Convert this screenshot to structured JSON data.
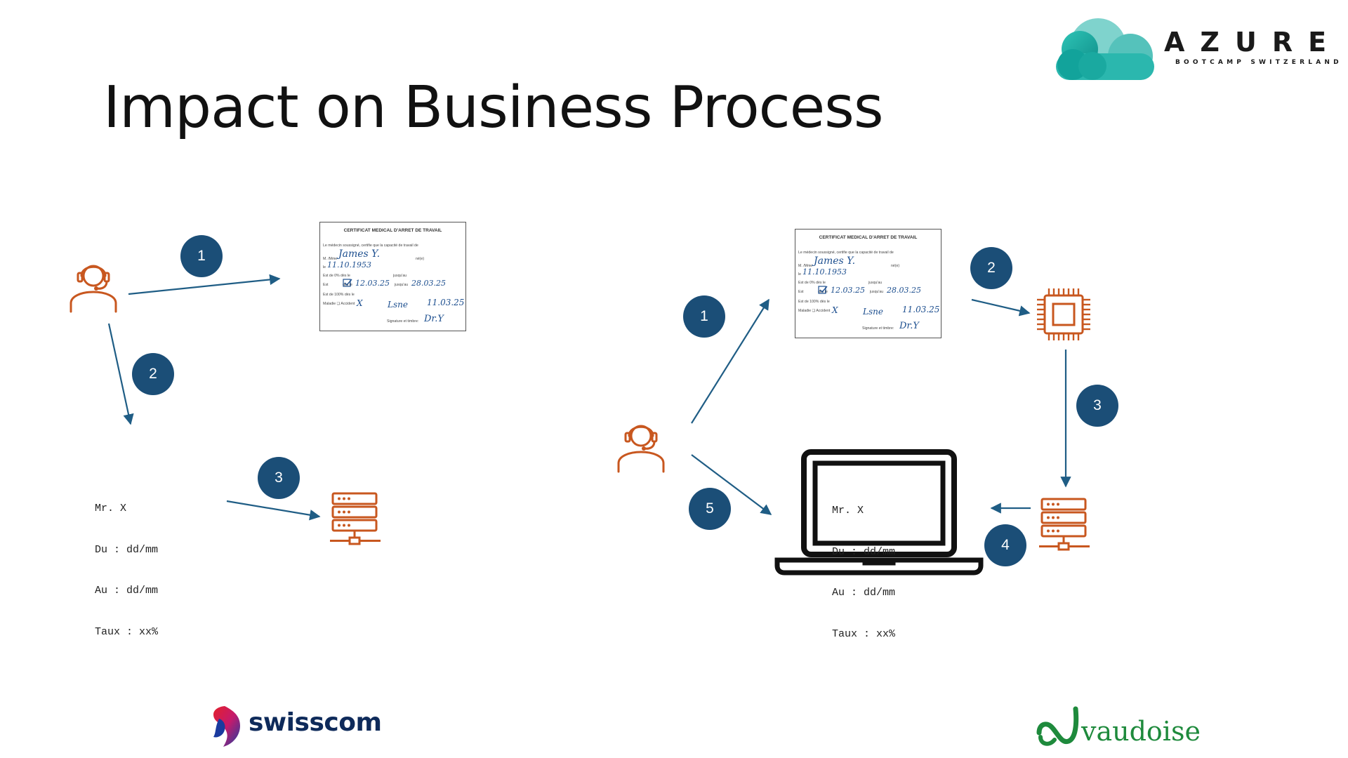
{
  "slide": {
    "title": "Impact on Business Process"
  },
  "branding": {
    "azure_word": "AZURE",
    "azure_subtitle": "BOOTCAMP SWITZERLAND",
    "swisscom_word": "swisscom",
    "vaudoise_word": "vaudoise"
  },
  "certificate": {
    "title": "CERTIFICAT MEDICAL D'ARRET DE TRAVAIL",
    "line1": "Le médecin soussigné, certifie que la capacité de travail de",
    "line2": "M. /Mme",
    "line2_tail": "né(e)",
    "line3": "le",
    "line4": "Est de 0% dès le",
    "line4_tail": "jusqu'au",
    "line5": "Est",
    "line5_mid": "dès le",
    "line5_tail": "jusqu'au",
    "line6": "Est de 100% dès le",
    "line7": "Maladie ❑ Accident",
    "line8": "Signature et timbre:",
    "hand_name": "James Y.",
    "hand_birth": "11.10.1953",
    "hand_from": "12.03.25",
    "hand_to": "28.03.25",
    "hand_place": "Lsne",
    "hand_date": "11.03.25",
    "hand_sign": "Dr.Y",
    "hand_x": "X"
  },
  "extracted_form": {
    "lines": [
      "Mr. X",
      "Du : dd/mm",
      "Au : dd/mm",
      "Taux : xx%"
    ]
  },
  "left_flow": {
    "badges": [
      "1",
      "2",
      "3"
    ]
  },
  "right_flow": {
    "badges": [
      "1",
      "2",
      "3",
      "4",
      "5"
    ]
  },
  "colors": {
    "badge": "#1b4e77",
    "arrow": "#1f5d85",
    "icon_orange": "#c8571f",
    "title": "#111111",
    "azure_teal": "#1fa8a8",
    "swisscom_navy": "#0e2a5a",
    "vaudoise_green": "#1e8a3c"
  },
  "icons": [
    "headset-agent-icon",
    "server-icon",
    "cpu-chip-icon",
    "laptop-icon",
    "azure-cloud-logo",
    "swisscom-logo",
    "vaudoise-logo"
  ]
}
